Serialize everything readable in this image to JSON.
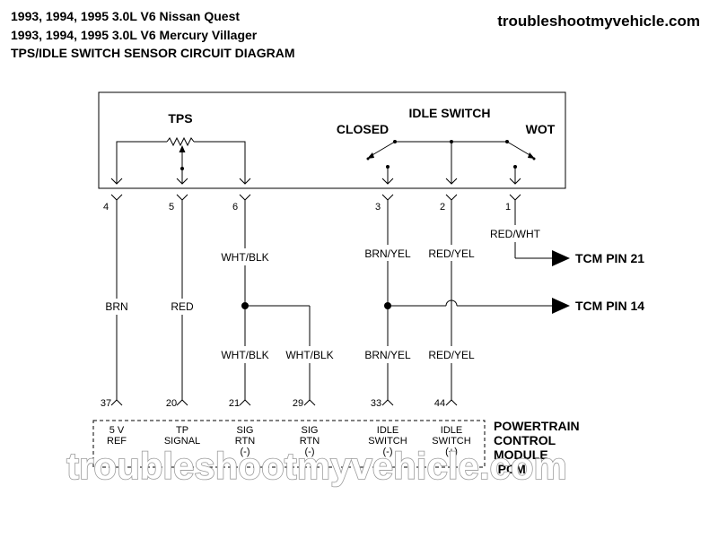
{
  "header": {
    "line1": "1993, 1994, 1995 3.0L V6 Nissan Quest",
    "line2": "1993, 1994, 1995 3.0L V6 Mercury Villager",
    "line3": "TPS/IDLE SWITCH SENSOR CIRCUIT DIAGRAM",
    "site": "troubleshootmyvehicle.com"
  },
  "sensor_box": {
    "tps_label": "TPS",
    "idle_switch_label": "IDLE SWITCH",
    "closed_label": "CLOSED",
    "wot_label": "WOT"
  },
  "connector_pins": [
    "4",
    "5",
    "6",
    "3",
    "2",
    "1"
  ],
  "wires": {
    "brn": "BRN",
    "red": "RED",
    "wht_blk_upper": "WHT/BLK",
    "wht_blk_lower_a": "WHT/BLK",
    "wht_blk_lower_b": "WHT/BLK",
    "brn_yel_upper": "BRN/YEL",
    "brn_yel_lower": "BRN/YEL",
    "red_yel_upper": "RED/YEL",
    "red_yel_lower": "RED/YEL",
    "red_wht": "RED/WHT"
  },
  "tcm": {
    "pin21": "TCM PIN 21",
    "pin14": "TCM PIN 14"
  },
  "pcm_pins": [
    "37",
    "20",
    "21",
    "29",
    "33",
    "44"
  ],
  "pcm_terminals": [
    {
      "l1": "5 V",
      "l2": "REF",
      "l3": ""
    },
    {
      "l1": "TP",
      "l2": "SIGNAL",
      "l3": ""
    },
    {
      "l1": "SIG",
      "l2": "RTN",
      "l3": "(-)"
    },
    {
      "l1": "SIG",
      "l2": "RTN",
      "l3": "(-)"
    },
    {
      "l1": "IDLE",
      "l2": "SWITCH",
      "l3": "(-)"
    },
    {
      "l1": "IDLE",
      "l2": "SWITCH",
      "l3": "(+)"
    }
  ],
  "pcm_label": {
    "l1": "POWERTRAIN",
    "l2": "CONTROL",
    "l3": "MODULE",
    "l4": "(PCM)"
  },
  "watermark": "troubleshootmyvehicle.com"
}
